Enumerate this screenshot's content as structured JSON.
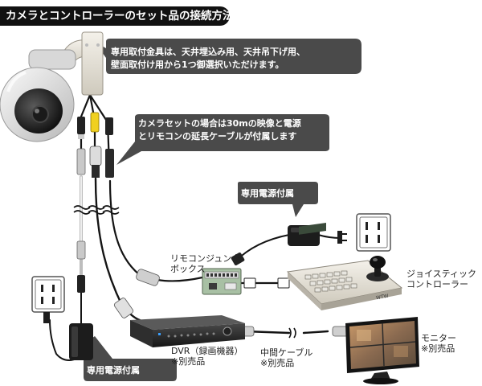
{
  "title": "カメラとコントローラーのセット品の接続方法",
  "callouts": {
    "bracket": [
      "専用取付金具は、天井埋込み用、天井吊下げ用、",
      "壁面取付け用から1つ御選択いただけます。"
    ],
    "cable": [
      "カメラセットの場合は30mの映像と電源",
      "とリモコンの延長ケーブルが付属します"
    ],
    "power_adapter_top": "専用電源付属",
    "power_adapter_bottom": "専用電源付属"
  },
  "labels": {
    "remote_junction_box": [
      "リモコンジュンク",
      "ボックス"
    ],
    "joystick_controller": [
      "ジョイスティック",
      "コントローラー"
    ],
    "dvr": [
      "DVR（録画機器）",
      "※別売品"
    ],
    "extension_cable": [
      "中間ケーブル",
      "※別売品"
    ],
    "monitor": [
      "モニター",
      "※別売品"
    ]
  },
  "device_markings": {
    "joystick_brand": "WTW"
  },
  "colors": {
    "callout_fill": "#4a4a4a",
    "title_fill": "#111111",
    "cable": "#141414",
    "video_plug_yellow": "#f0d020"
  }
}
